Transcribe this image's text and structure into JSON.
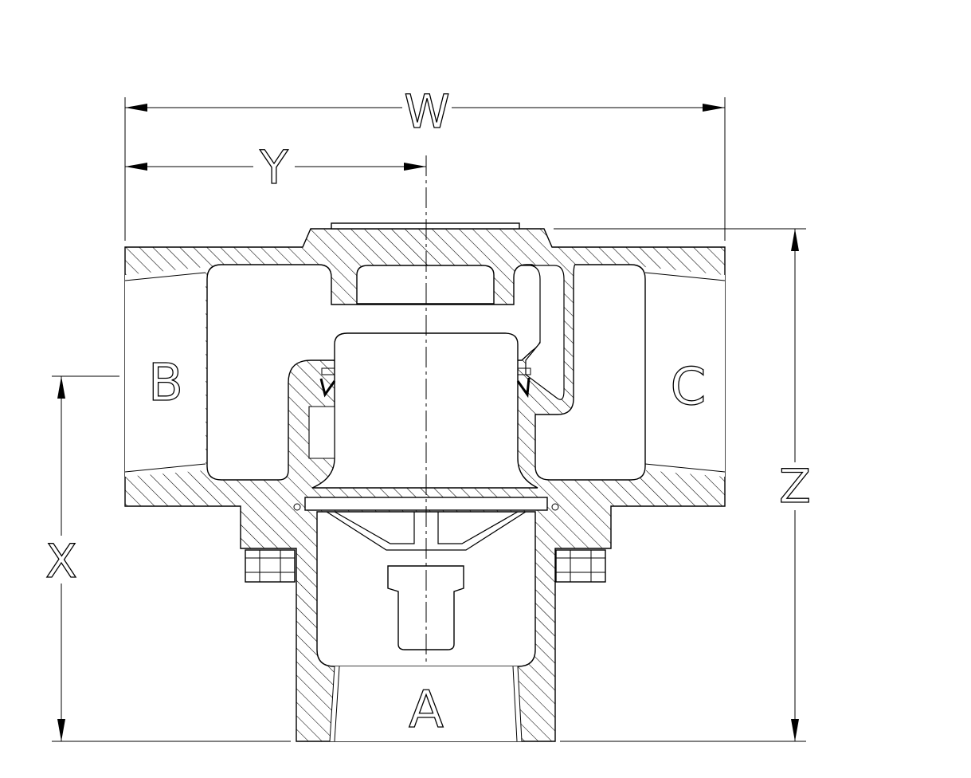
{
  "dimensions": {
    "width_label": "W",
    "left_offset_label": "Y",
    "height_label": "Z",
    "port_height_label": "X"
  },
  "ports": {
    "left_port": "B",
    "right_port": "C",
    "bottom_port": "A"
  },
  "colors": {
    "line": "#000000",
    "background": "#ffffff"
  }
}
